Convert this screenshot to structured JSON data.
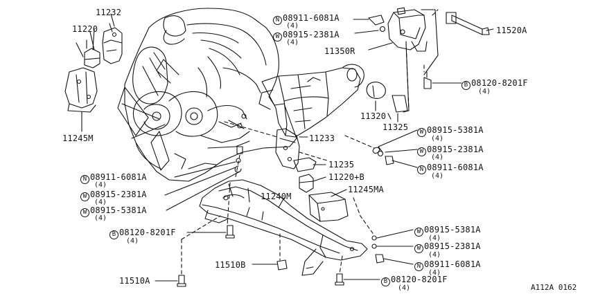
{
  "parts": {
    "p11232": "11232",
    "p11220": "11220",
    "p11245M": "11245M",
    "p11520A": "11520A",
    "p11350R": "11350R",
    "p11320": "11320",
    "p11325": "11325",
    "p11233": "11233",
    "p11235": "11235",
    "p11220B": "11220+B",
    "p11245MA": "11245MA",
    "p11240M": "11240M",
    "p11510B": "11510B",
    "p11510A": "11510A"
  },
  "fasteners": {
    "tr_n": {
      "prefix": "N",
      "code": "08911-6081A",
      "qty": "(4)"
    },
    "tr_w": {
      "prefix": "W",
      "code": "08915-2381A",
      "qty": "(4)"
    },
    "r_b": {
      "prefix": "B",
      "code": "08120-8201F",
      "qty": "(4)"
    },
    "m_w1": {
      "prefix": "W",
      "code": "08915-5381A",
      "qty": "(4)"
    },
    "m_w2": {
      "prefix": "W",
      "code": "08915-2381A",
      "qty": "(4)"
    },
    "m_n": {
      "prefix": "N",
      "code": "08911-6081A",
      "qty": "(4)"
    },
    "l_n": {
      "prefix": "N",
      "code": "08911-6081A",
      "qty": "(4)"
    },
    "l_w1": {
      "prefix": "W",
      "code": "08915-2381A",
      "qty": "(4)"
    },
    "l_w2": {
      "prefix": "W",
      "code": "08915-5381A",
      "qty": "(4)"
    },
    "l_b": {
      "prefix": "B",
      "code": "08120-8201F",
      "qty": "(4)"
    },
    "br_w1": {
      "prefix": "W",
      "code": "08915-5381A",
      "qty": "(4)"
    },
    "br_w2": {
      "prefix": "W",
      "code": "08915-2381A",
      "qty": "(4)"
    },
    "br_n": {
      "prefix": "N",
      "code": "08911-6081A",
      "qty": "(4)"
    },
    "br_b": {
      "prefix": "B",
      "code": "08120-8201F",
      "qty": "(4)"
    }
  },
  "drawing_ref": "A112A 0162"
}
